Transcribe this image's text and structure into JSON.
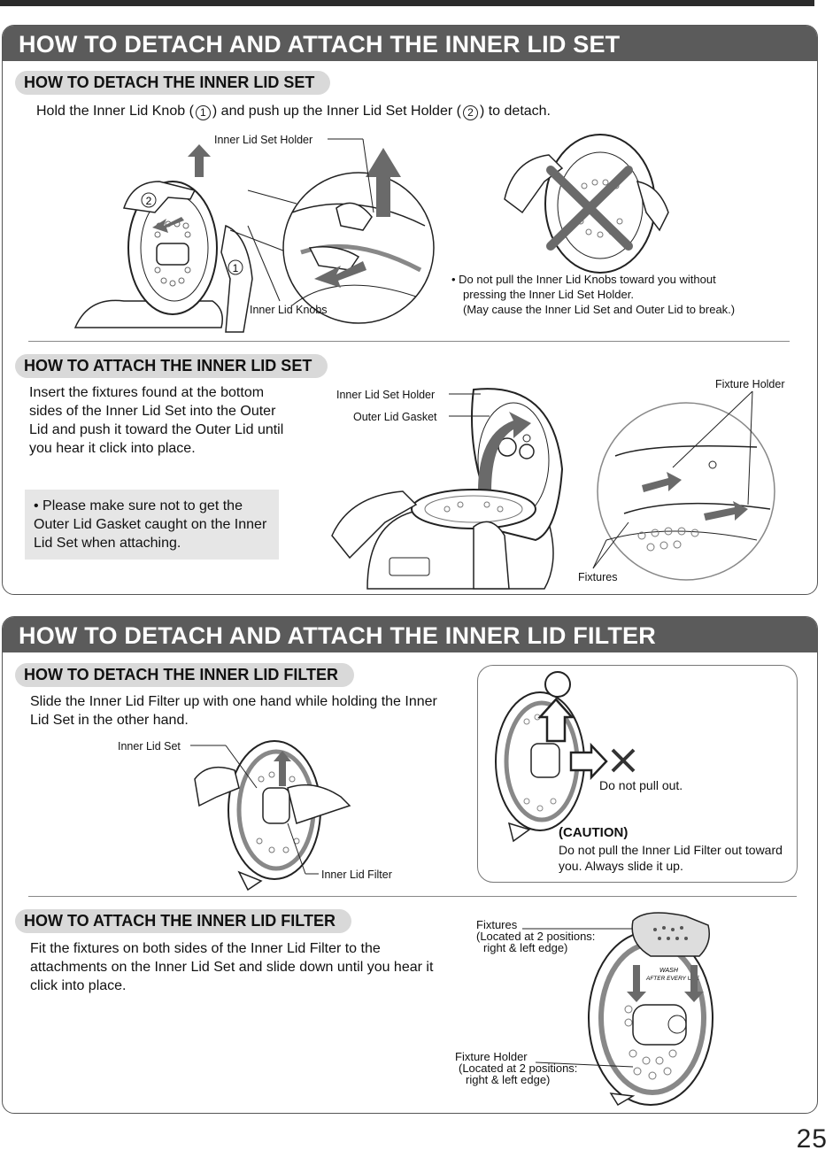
{
  "section1": {
    "title": "HOW TO DETACH AND ATTACH THE INNER LID SET",
    "detach": {
      "heading": "HOW TO DETACH THE INNER LID SET",
      "instruction_pre": "Hold the Inner Lid Knob (",
      "instruction_mid": ") and push up the Inner Lid Set Holder (",
      "instruction_post": ") to detach.",
      "marker1": "1",
      "marker2": "2",
      "label_holder": "Inner Lid Set Holder",
      "label_knobs": "Inner Lid Knobs",
      "warning_line1": "• Do not pull the Inner Lid Knobs toward you without",
      "warning_line2": "pressing the Inner Lid Set Holder.",
      "warning_line3": "(May cause the Inner Lid Set and Outer Lid to break.)"
    },
    "attach": {
      "heading": "HOW TO ATTACH THE INNER LID SET",
      "instruction": "Insert the fixtures found at the bottom sides of the Inner Lid Set into the Outer Lid and push it toward the Outer Lid until you hear it click into place.",
      "note": "• Please make sure not to get the Outer Lid Gasket caught on the Inner Lid Set when attaching.",
      "label_holder": "Inner Lid Set Holder",
      "label_gasket": "Outer Lid Gasket",
      "label_fixture_holder": "Fixture Holder",
      "label_fixtures": "Fixtures"
    }
  },
  "section2": {
    "title": "HOW TO DETACH AND ATTACH THE INNER LID FILTER",
    "detach": {
      "heading": "HOW TO DETACH THE INNER LID FILTER",
      "instruction": "Slide the Inner Lid Filter up with one hand while holding the Inner Lid Set in the other hand.",
      "label_lid_set": "Inner Lid Set",
      "label_filter": "Inner Lid Filter",
      "do_not_pull": "Do not pull out.",
      "caution_title": "(CAUTION)",
      "caution_text": "Do not pull the Inner Lid Filter out toward you. Always slide it up."
    },
    "attach": {
      "heading": "HOW TO ATTACH THE INNER LID FILTER",
      "instruction": "Fit the fixtures on both sides of the Inner Lid Filter to the attachments on the Inner Lid Set and slide down until you hear it click into place.",
      "label_fixtures": "Fixtures",
      "label_fixtures_pos1": "(Located at 2 positions:",
      "label_fixtures_pos2": "right & left edge)",
      "label_fixture_holder": "Fixture Holder",
      "label_holder_pos1": "(Located at 2 positions:",
      "label_holder_pos2": "right & left edge)",
      "filter_print1": "WASH",
      "filter_print2": "AFTER EVERY USE"
    }
  },
  "page_number": "25",
  "colors": {
    "header_bg": "#5b5b5b",
    "pill_bg": "#d9d9d9",
    "note_bg": "#e6e6e6",
    "arrow": "#6a6a6a"
  }
}
